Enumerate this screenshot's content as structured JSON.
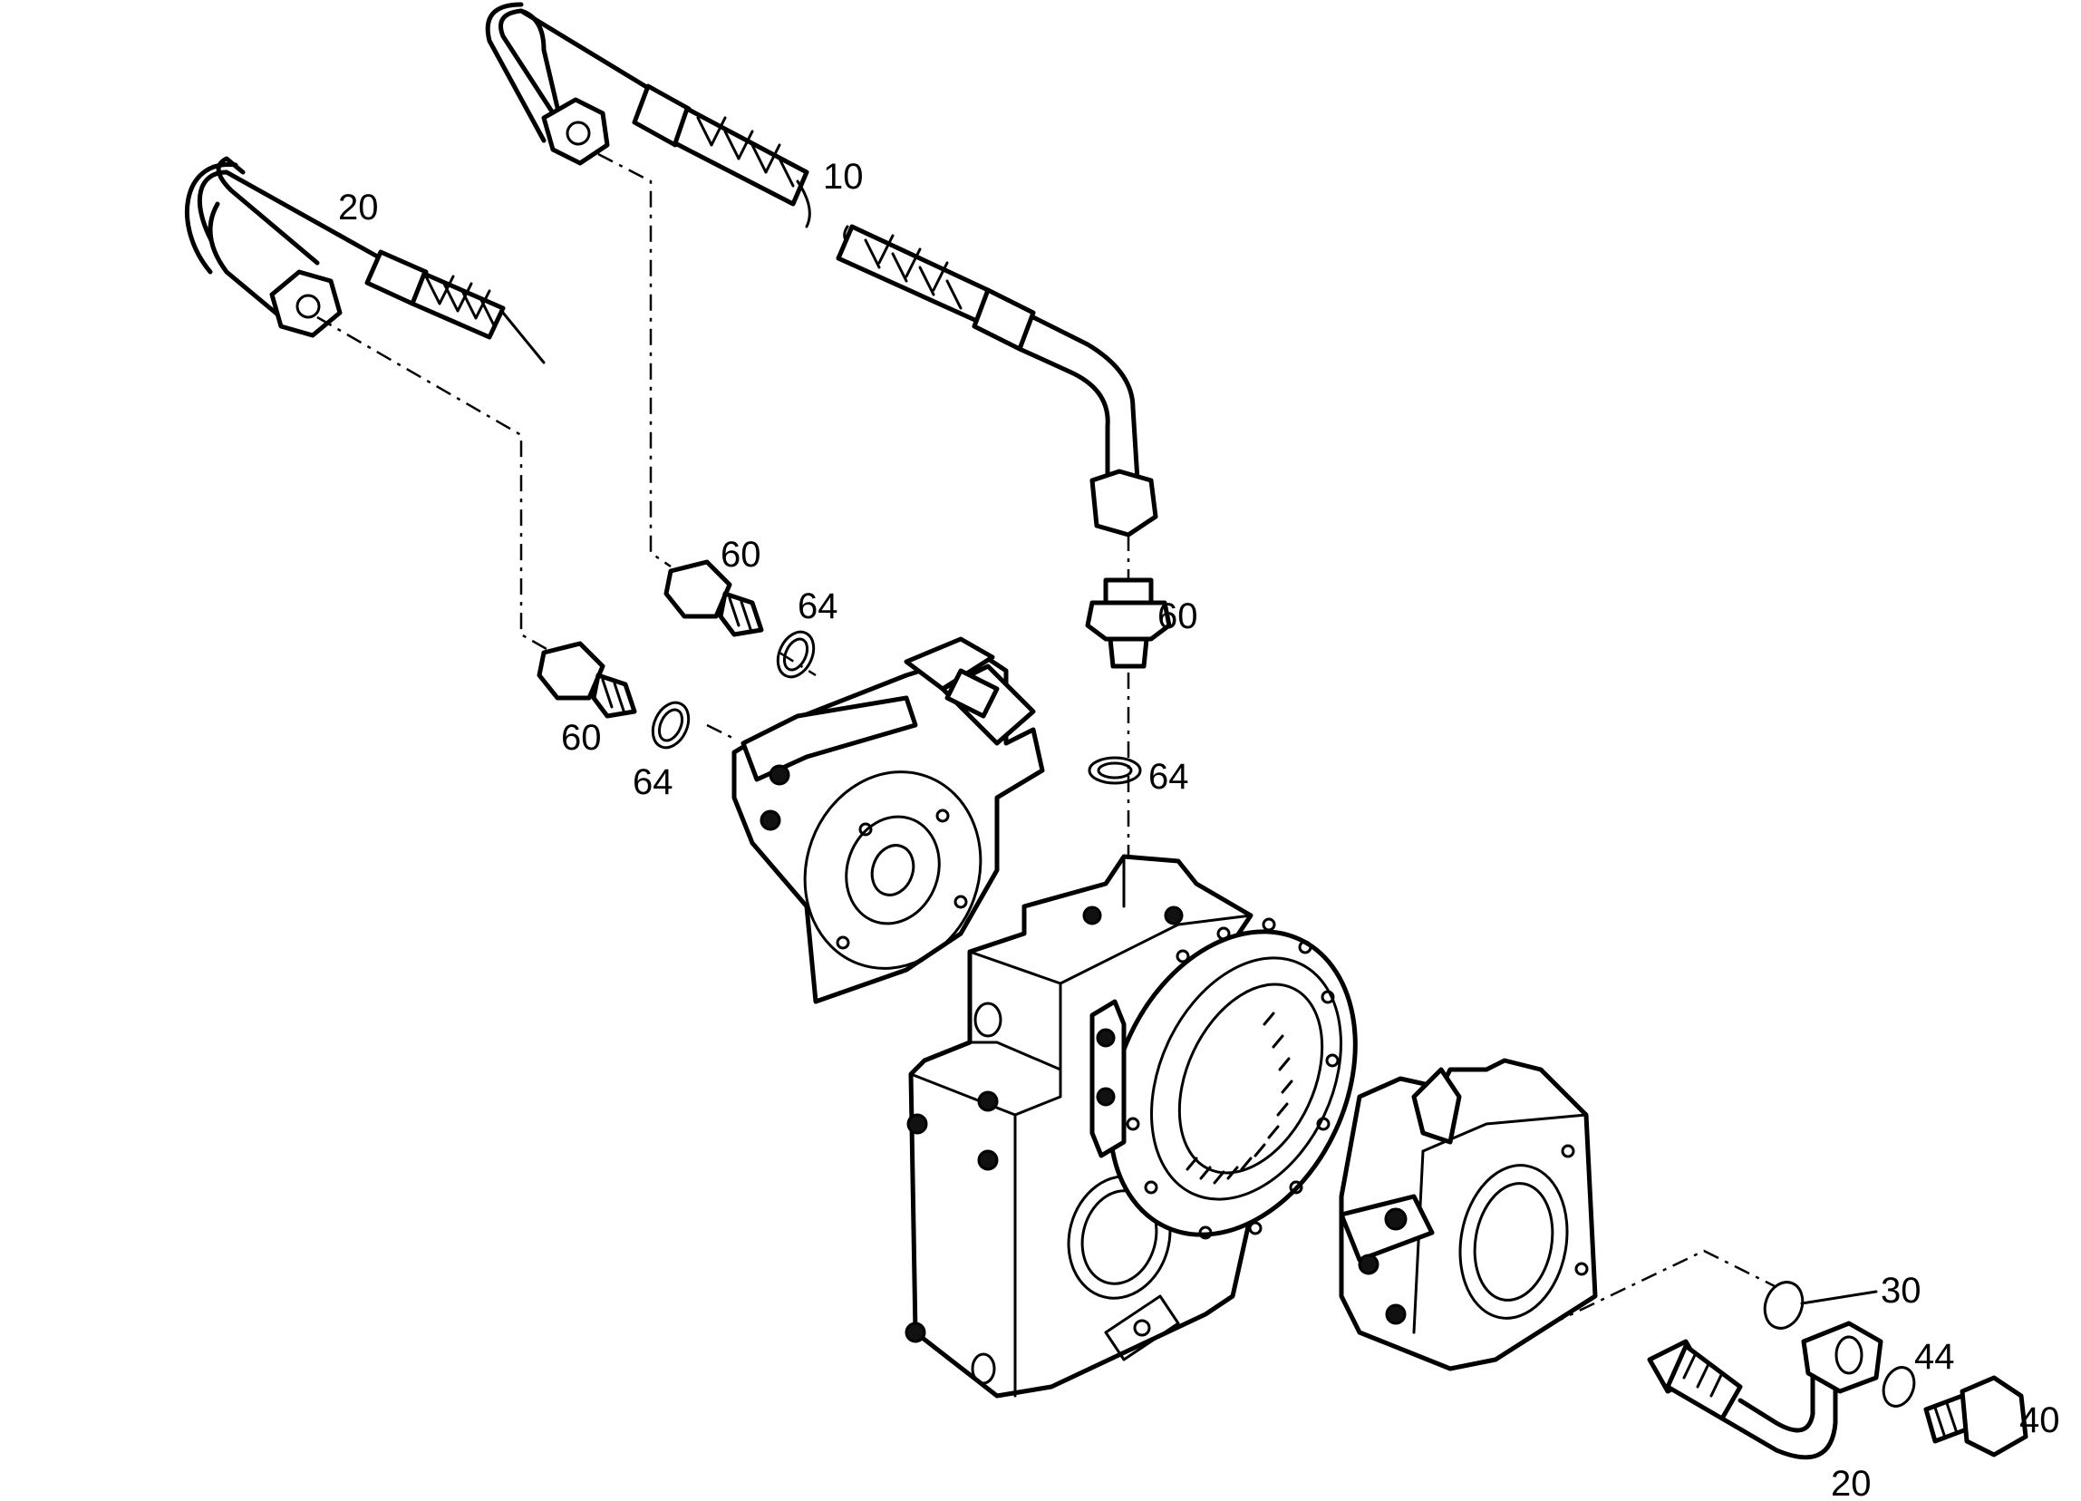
{
  "callouts": {
    "hose_upper": "10",
    "hose_left": "20",
    "fitting_a": "60",
    "fitting_b": "60",
    "fitting_c": "60",
    "seal_a": "64",
    "seal_b": "64",
    "seal_c": "64",
    "oring": "30",
    "washer": "44",
    "bolt": "40",
    "banjo_line": "20"
  }
}
